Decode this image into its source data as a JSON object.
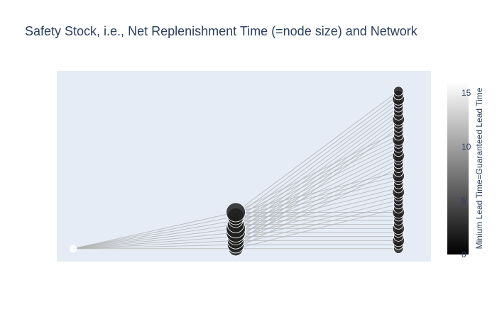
{
  "chart_data": {
    "type": "scatter",
    "title": "Safety Stock, i.e., Net Replenishment Time (=node size) and Network",
    "xlabel": "",
    "ylabel": "",
    "grid": false,
    "x_axis_visible": false,
    "y_axis_visible": false,
    "xlim": [
      -0.1,
      2.2
    ],
    "ylim": [
      -1.6,
      22
    ],
    "colorbar": {
      "title": "Minium Lead Time=Guaranteed Lead Time",
      "range": [
        0,
        16
      ],
      "ticks": [
        0,
        5,
        10,
        15
      ],
      "colorscale": [
        "#000000",
        "#ffffff"
      ]
    },
    "edge_color": "#b0b0b0",
    "node_outline_color": "#ffffff",
    "background_color": "#e5ecf6",
    "layers": [
      {
        "name": "",
        "x": 0,
        "y_values": [
          0
        ],
        "color_value": 16,
        "safety_stock": [
          0
        ]
      },
      {
        "name": "",
        "x": 1,
        "y_values": [
          0,
          0.5,
          1.0,
          1.5,
          2.0,
          2.5,
          3.0,
          3.5,
          4.0,
          4.5
        ],
        "color_value": 2,
        "safety_stock": [
          3,
          4,
          4,
          4,
          5,
          5,
          4,
          3,
          4,
          5
        ]
      },
      {
        "name": "",
        "x": 2,
        "y_values": [
          0,
          0.5,
          1.0,
          1.5,
          2.0,
          2.5,
          3.0,
          3.5,
          4.0,
          4.5,
          5.0,
          5.5,
          6.0,
          6.5,
          7.0,
          7.5,
          8.0,
          8.5,
          9.0,
          9.5,
          10.0,
          10.5,
          11.0,
          11.5,
          12.0,
          12.5,
          13.0,
          13.5,
          14.0,
          14.5,
          15.0,
          15.5,
          16.0,
          16.5,
          17.0,
          17.5,
          18.0,
          18.5,
          19.0,
          19.5
        ],
        "color_value": 2,
        "safety_stock": [
          1,
          1,
          2,
          1,
          1,
          2,
          1,
          1,
          1,
          2,
          1,
          1,
          1,
          1,
          2,
          1,
          1,
          1,
          2,
          1,
          1,
          1,
          1,
          2,
          1,
          1,
          1,
          2,
          1,
          1,
          1,
          1,
          2,
          1,
          1,
          1,
          1,
          2,
          1,
          1
        ]
      }
    ],
    "edges": {
      "from_layer_0_to_layer_1": "all",
      "from_layer_1_to_layer_2": "one_to_each"
    }
  }
}
